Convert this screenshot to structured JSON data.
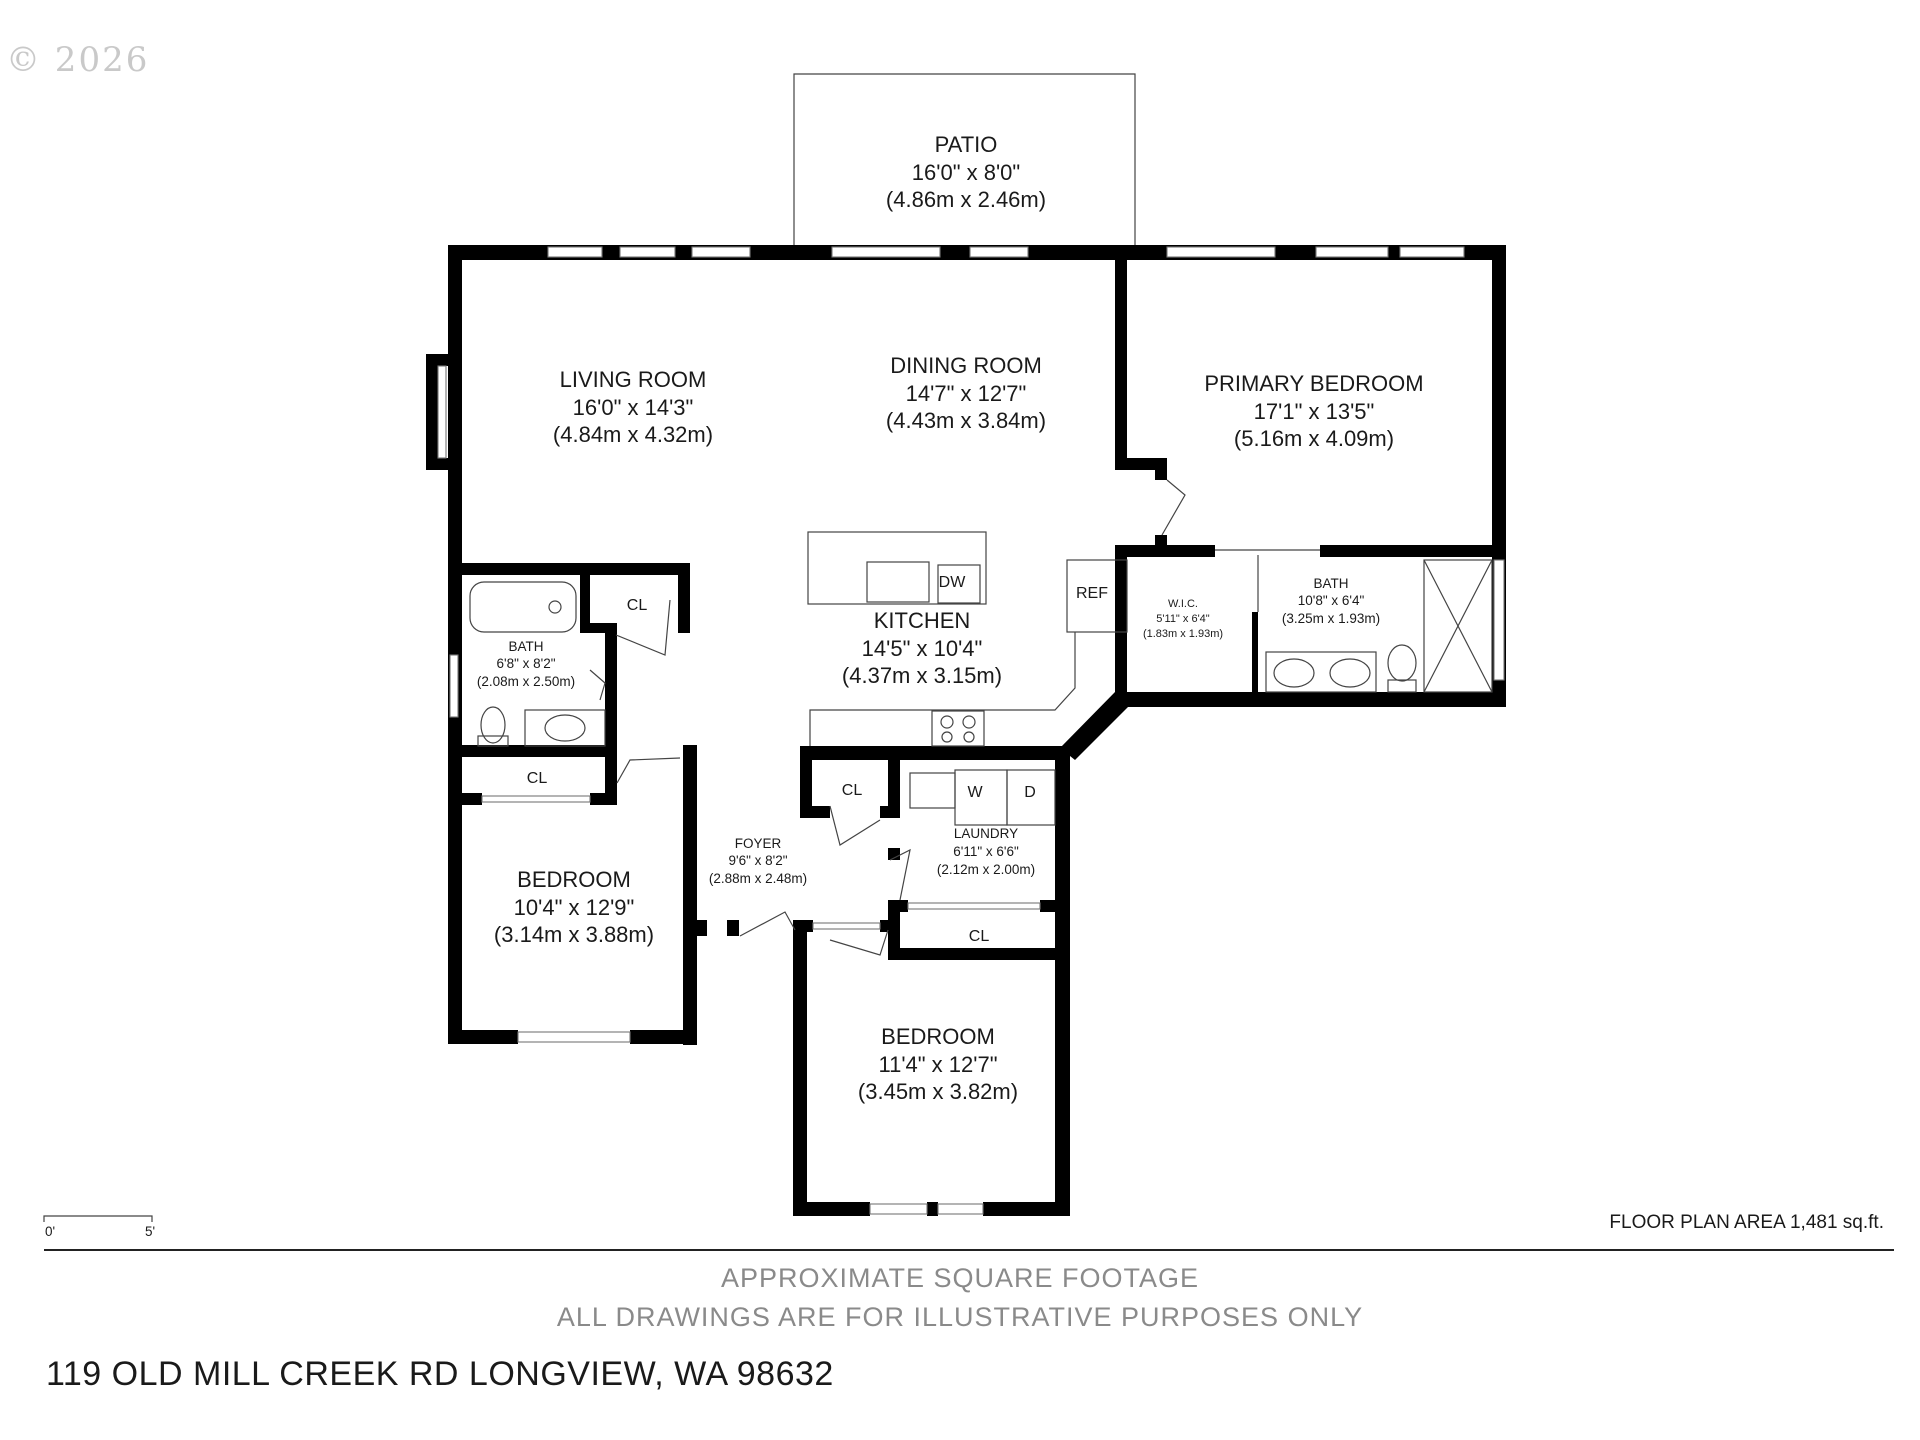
{
  "copyright": "© 2026",
  "rooms": {
    "patio": {
      "name": "PATIO",
      "ft": "16'0\" x 8'0\"",
      "m": "(4.86m x 2.46m)"
    },
    "living": {
      "name": "LIVING ROOM",
      "ft": "16'0\" x 14'3\"",
      "m": "(4.84m x 4.32m)"
    },
    "dining": {
      "name": "DINING ROOM",
      "ft": "14'7\" x 12'7\"",
      "m": "(4.43m x 3.84m)"
    },
    "primary": {
      "name": "PRIMARY BEDROOM",
      "ft": "17'1\" x 13'5\"",
      "m": "(5.16m x 4.09m)"
    },
    "kitchen": {
      "name": "KITCHEN",
      "ft": "14'5\" x 10'4\"",
      "m": "(4.37m x 3.15m)"
    },
    "bath1": {
      "name": "BATH",
      "ft": "6'8\" x 8'2\"",
      "m": "(2.08m x 2.50m)"
    },
    "wic": {
      "name": "W.I.C.",
      "ft": "5'11\" x 6'4\"",
      "m": "(1.83m x 1.93m)"
    },
    "bath2": {
      "name": "BATH",
      "ft": "10'8\" x 6'4\"",
      "m": "(3.25m x 1.93m)"
    },
    "foyer": {
      "name": "FOYER",
      "ft": "9'6\" x 8'2\"",
      "m": "(2.88m x 2.48m)"
    },
    "laundry": {
      "name": "LAUNDRY",
      "ft": "6'11\" x 6'6\"",
      "m": "(2.12m x 2.00m)"
    },
    "bedroom1": {
      "name": "BEDROOM",
      "ft": "10'4\" x 12'9\"",
      "m": "(3.14m x 3.88m)"
    },
    "bedroom2": {
      "name": "BEDROOM",
      "ft": "11'4\" x 12'7\"",
      "m": "(3.45m x 3.82m)"
    }
  },
  "fixtures": {
    "cl": "CL",
    "dw": "DW",
    "ref": "REF",
    "washer": "W",
    "dryer": "D"
  },
  "scale": {
    "start": "0'",
    "end": "5'"
  },
  "floor_area": "FLOOR PLAN AREA 1,481 sq.ft.",
  "disclaimer": {
    "line1": "APPROXIMATE SQUARE FOOTAGE",
    "line2": "ALL DRAWINGS ARE FOR ILLUSTRATIVE PURPOSES ONLY"
  },
  "address": "119 OLD MILL CREEK RD LONGVIEW, WA 98632"
}
